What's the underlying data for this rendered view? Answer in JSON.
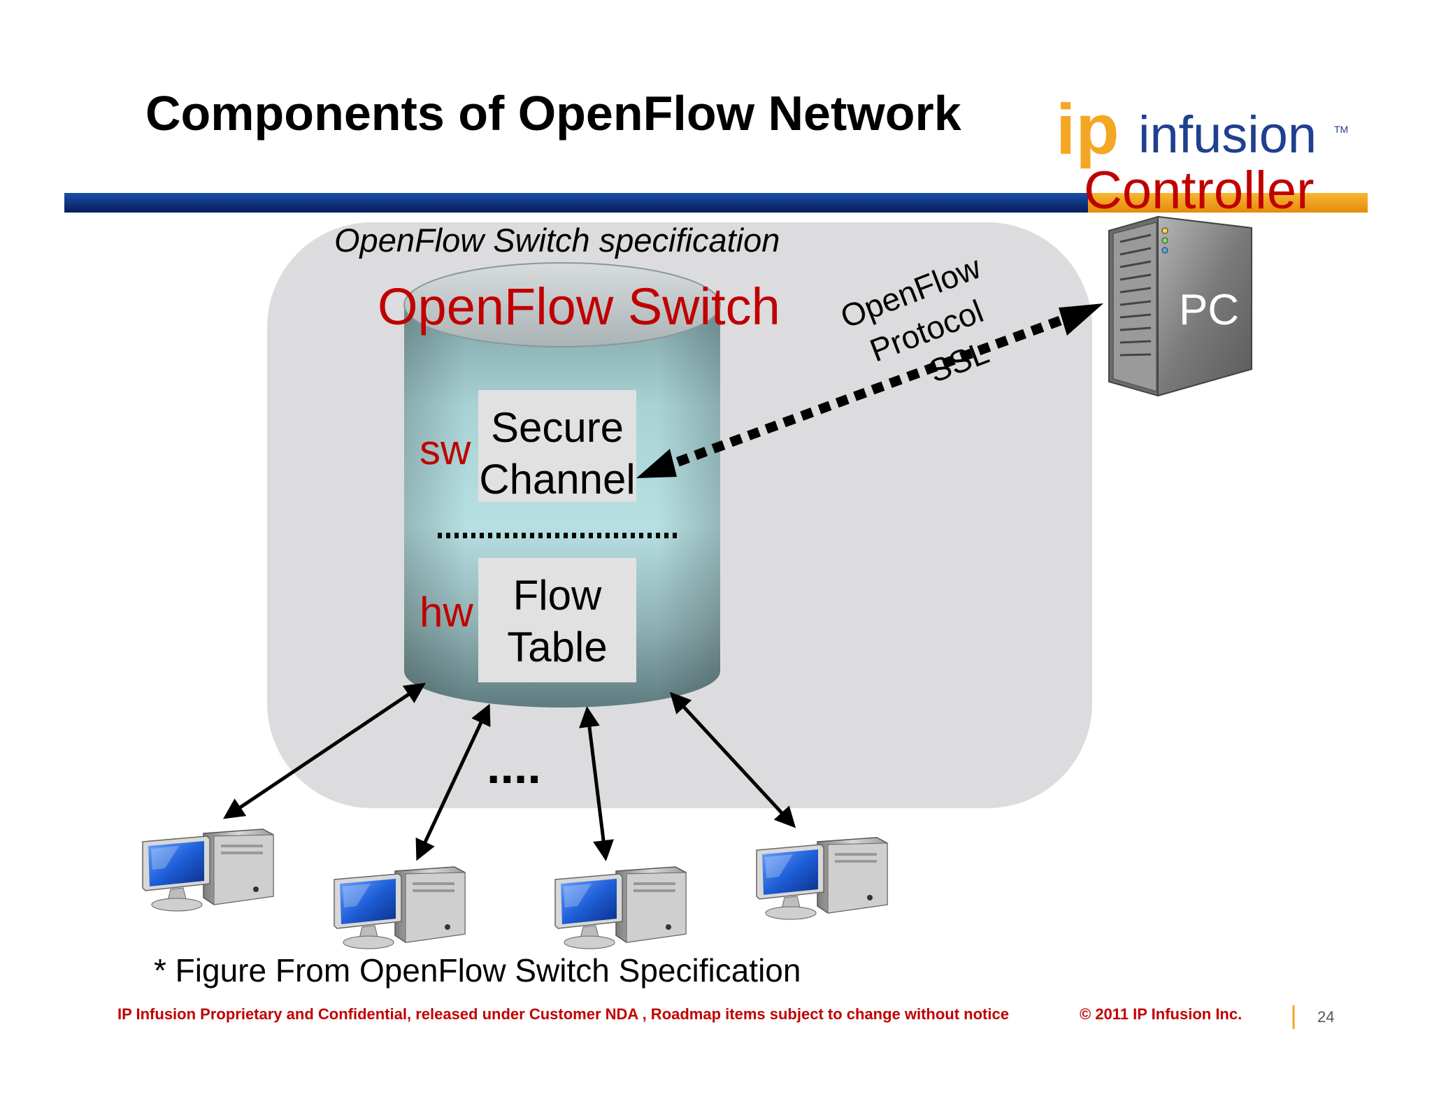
{
  "slide": {
    "title": "Components of OpenFlow Network",
    "page_number": "24"
  },
  "logo": {
    "mark": "ip",
    "word": "infusion",
    "tm": "TM"
  },
  "controller": {
    "label": "Controller",
    "pc_label": "PC"
  },
  "spec_region": {
    "caption": "OpenFlow Switch specification"
  },
  "switch": {
    "title": "OpenFlow Switch",
    "sw_label": "sw",
    "hw_label": "hw",
    "secure_channel": [
      "Secure",
      "Channel"
    ],
    "flow_table": [
      "Flow",
      "Table"
    ]
  },
  "protocol": {
    "lines": [
      "OpenFlow",
      "Protocol",
      "SSL"
    ]
  },
  "hosts": {
    "ellipsis": "....",
    "icon": "desktop-computer-icon"
  },
  "footnote": "* Figure From OpenFlow Switch Specification",
  "footer": {
    "confidential": "IP Infusion Proprietary and Confidential, released under Customer NDA , Roadmap items subject to change without notice",
    "copyright": "© 2011 IP Infusion Inc."
  },
  "colors": {
    "title_text": "#000000",
    "accent_red": "#c00000",
    "logo_orange": "#f5a623",
    "logo_blue": "#1f3f8f",
    "band_blue": "#0a2a78",
    "spec_region_fill": "#dcdcde",
    "cylinder_teal": "#a8d4d6",
    "footer_red": "#c00000"
  }
}
